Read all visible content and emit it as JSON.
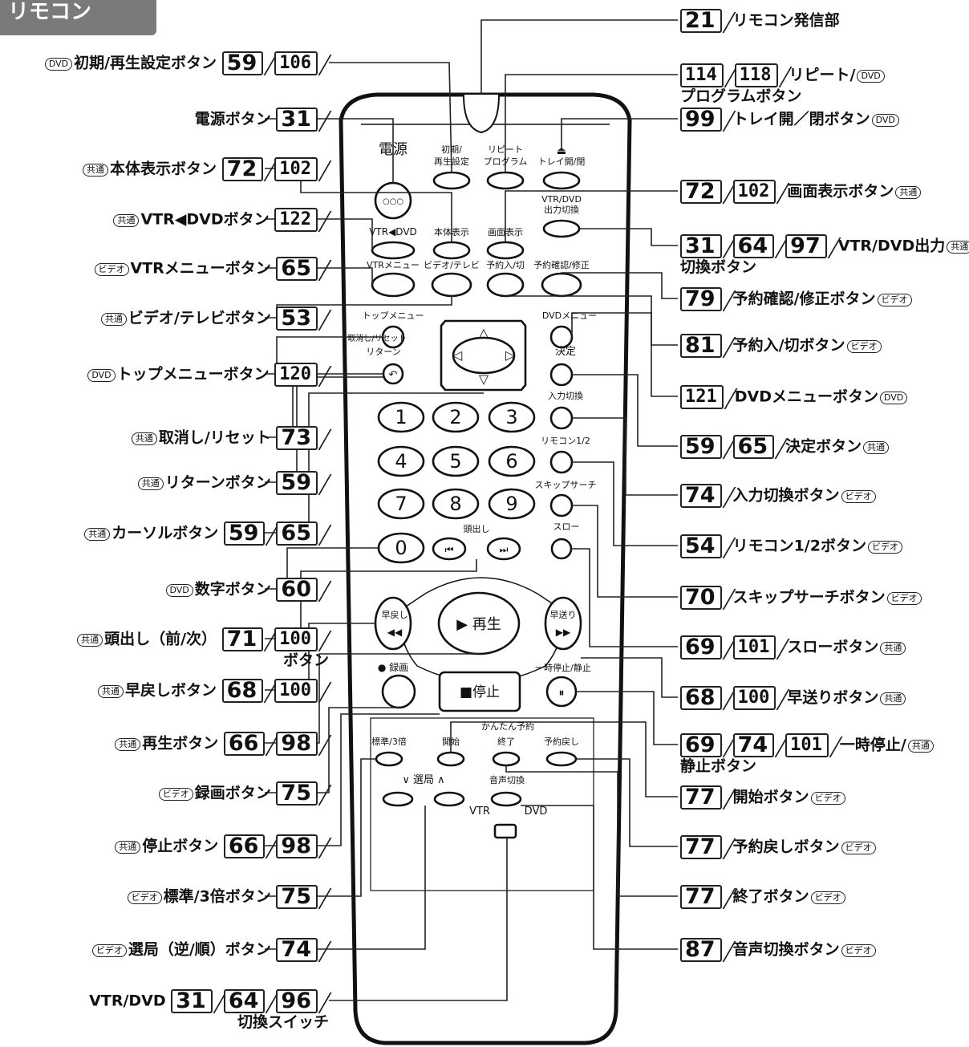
{
  "header": {
    "tab": "リモコン"
  },
  "remote": {
    "dengen": "電源",
    "shoki": [
      "初期/",
      "再生設定"
    ],
    "repeat": [
      "リピート",
      "プログラム"
    ],
    "tray": "トレイ開/閉",
    "vtrdvd_btn": "VTR◀DVD",
    "hontai": "本体表示",
    "gamen": "画面表示",
    "vtrdvd_out": [
      "VTR/DVD",
      "出力切換"
    ],
    "vtrmenu": "VTRメニュー",
    "videotv": "ビデオ/テレビ",
    "yoyaku_onoff": "予約入/切",
    "yoyaku_check": "予約確認/修正",
    "topmenu": "トップメニュー",
    "dvdmenu": "DVDメニュー",
    "cancel": [
      "取消し/リセット",
      "リターン"
    ],
    "kettei": "決定",
    "input": "入力切換",
    "remocon12": "リモコン1/2",
    "skip": "スキップサーチ",
    "slow": "スロー",
    "atamadashi": "頭出し",
    "modoshi": "早戻し",
    "okuri": "早送り",
    "play": "▶ 再生",
    "rec": "● 録画",
    "stop": "■停止",
    "pause": "一時停止/静止",
    "hyojun": "標準/3倍",
    "kantan": "かんたん予約",
    "kaishi": "開始",
    "shuryo": "終了",
    "yoyaku_modoshi": "予約戻し",
    "senkyoku": "選局",
    "onsei": "音声切換",
    "sw_vtr": "VTR",
    "sw_dvd": "DVD",
    "digits": [
      "1",
      "2",
      "3",
      "4",
      "5",
      "6",
      "7",
      "8",
      "9",
      "0"
    ]
  },
  "left_labels": [
    {
      "text": "初期/再生設定ボタン",
      "badge": "DVD",
      "pages": [
        "59",
        "106"
      ]
    },
    {
      "text": "電源ボタン",
      "badge": "",
      "pages": [
        "31"
      ]
    },
    {
      "text": "本体表示ボタン",
      "badge": "共通",
      "pages": [
        "72",
        "102"
      ]
    },
    {
      "text": "VTR◀DVDボタン",
      "badge": "共通",
      "pages": [
        "122"
      ]
    },
    {
      "text": "VTRメニューボタン",
      "badge": "ビデオ",
      "pages": [
        "65"
      ]
    },
    {
      "text": "ビデオ/テレビボタン",
      "badge": "共通",
      "pages": [
        "53"
      ]
    },
    {
      "text": "トップメニューボタン",
      "badge": "DVD",
      "pages": [
        "120"
      ]
    },
    {
      "text": "取消し/リセット",
      "badge": "共通",
      "pages": [
        "73"
      ]
    },
    {
      "text": "リターンボタン",
      "badge": "共通",
      "pages": [
        "59"
      ]
    },
    {
      "text": "カーソルボタン",
      "badge": "共通",
      "pages": [
        "59",
        "65"
      ]
    },
    {
      "text": "数字ボタン",
      "badge": "DVD",
      "pages": [
        "60"
      ]
    },
    {
      "text": "頭出し（前/次）",
      "text2": "ボタン",
      "badge": "共通",
      "pages": [
        "71",
        "100"
      ]
    },
    {
      "text": "早戻しボタン",
      "badge": "共通",
      "pages": [
        "68",
        "100"
      ]
    },
    {
      "text": "再生ボタン",
      "badge": "共通",
      "pages": [
        "66",
        "98"
      ]
    },
    {
      "text": "録画ボタン",
      "badge": "ビデオ",
      "pages": [
        "75"
      ]
    },
    {
      "text": "停止ボタン",
      "badge": "共通",
      "pages": [
        "66",
        "98"
      ]
    },
    {
      "text": "標準/3倍ボタン",
      "badge": "ビデオ",
      "pages": [
        "75"
      ]
    },
    {
      "text": "選局（逆/順）ボタン",
      "badge": "ビデオ",
      "pages": [
        "74"
      ]
    },
    {
      "text": "VTR/DVD",
      "text2": "切換スイッチ",
      "badge": "",
      "pages": [
        "31",
        "64",
        "96"
      ]
    }
  ],
  "right_labels": [
    {
      "text": "リモコン発信部",
      "badge": "",
      "pages": [
        "21"
      ]
    },
    {
      "text": "リピート/",
      "text2": "プログラムボタン",
      "badge": "DVD",
      "pages": [
        "114",
        "118"
      ]
    },
    {
      "text": "トレイ開／閉ボタン",
      "badge": "DVD",
      "pages": [
        "99"
      ]
    },
    {
      "text": "画面表示ボタン",
      "badge": "共通",
      "pages": [
        "72",
        "102"
      ]
    },
    {
      "text": "VTR/DVD出力",
      "text2": "切換ボタン",
      "badge": "共通",
      "pages": [
        "31",
        "64",
        "97"
      ]
    },
    {
      "text": "予約確認/修正ボタン",
      "badge": "ビデオ",
      "pages": [
        "79"
      ]
    },
    {
      "text": "予約入/切ボタン",
      "badge": "ビデオ",
      "pages": [
        "81"
      ]
    },
    {
      "text": "DVDメニューボタン",
      "badge": "DVD",
      "pages": [
        "121"
      ]
    },
    {
      "text": "決定ボタン",
      "badge": "共通",
      "pages": [
        "59",
        "65"
      ]
    },
    {
      "text": "入力切換ボタン",
      "badge": "ビデオ",
      "pages": [
        "74"
      ]
    },
    {
      "text": "リモコン1/2ボタン",
      "badge": "ビデオ",
      "pages": [
        "54"
      ]
    },
    {
      "text": "スキップサーチボタン",
      "badge": "ビデオ",
      "pages": [
        "70"
      ]
    },
    {
      "text": "スローボタン",
      "badge": "共通",
      "pages": [
        "69",
        "101"
      ]
    },
    {
      "text": "早送りボタン",
      "badge": "共通",
      "pages": [
        "68",
        "100"
      ]
    },
    {
      "text": "一時停止/",
      "text2": "静止ボタン",
      "badge": "共通",
      "pages": [
        "69",
        "74",
        "101"
      ]
    },
    {
      "text": "開始ボタン",
      "badge": "ビデオ",
      "pages": [
        "77"
      ]
    },
    {
      "text": "予約戻しボタン",
      "badge": "ビデオ",
      "pages": [
        "77"
      ]
    },
    {
      "text": "終了ボタン",
      "badge": "ビデオ",
      "pages": [
        "77"
      ]
    },
    {
      "text": "音声切換ボタン",
      "badge": "ビデオ",
      "pages": [
        "87"
      ]
    }
  ]
}
